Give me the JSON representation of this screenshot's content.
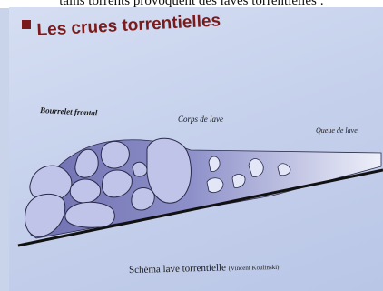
{
  "top_text": "tains torrents provoquent des laves torrentielles :",
  "slide": {
    "title": "Les crues torrentielles",
    "labels": {
      "front": "Bourrelet frontal",
      "body": "Corps de lave",
      "tail": "Queue de lave"
    },
    "caption": "Schéma lave torrentielle",
    "caption_credit": "(Vincent Koulinski)"
  }
}
